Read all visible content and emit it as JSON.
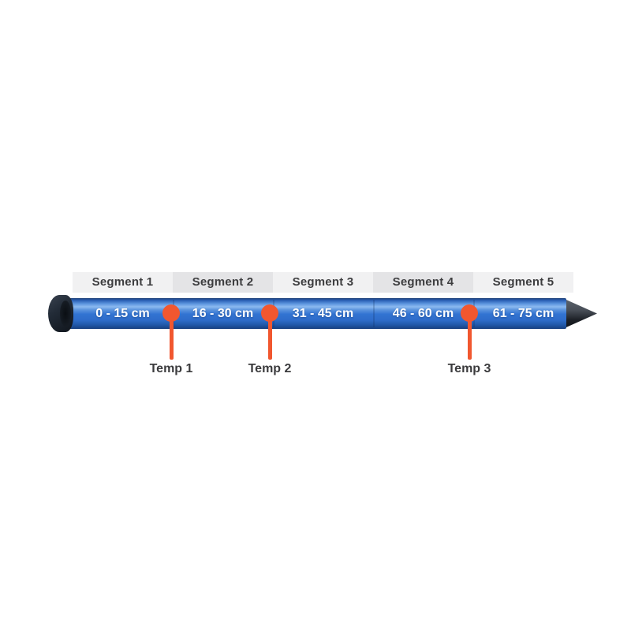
{
  "segments": {
    "items": [
      {
        "label": "Segment 1",
        "depth_range": "0 - 15 cm"
      },
      {
        "label": "Segment 2",
        "depth_range": "16 - 30 cm"
      },
      {
        "label": "Segment 3",
        "depth_range": "31 - 45 cm"
      },
      {
        "label": "Segment 4",
        "depth_range": "46 - 60 cm"
      },
      {
        "label": "Segment 5",
        "depth_range": "61 - 75 cm"
      }
    ]
  },
  "temps": {
    "items": [
      {
        "label": "Temp 1"
      },
      {
        "label": "Temp 2"
      },
      {
        "label": "Temp 3"
      }
    ]
  },
  "colors": {
    "accent_orange": "#f1572f",
    "rod_blue_main": "#3273d2",
    "rod_blue_highlight": "#8cbaf0",
    "rod_blue_dark": "#17407f",
    "segment_bg_light": "#f1f1f2",
    "segment_bg_dark": "#e4e4e6",
    "label_text_dark": "#3d3d3f",
    "depth_text": "#ffffff",
    "cap_tip_dark": "#10151c"
  }
}
